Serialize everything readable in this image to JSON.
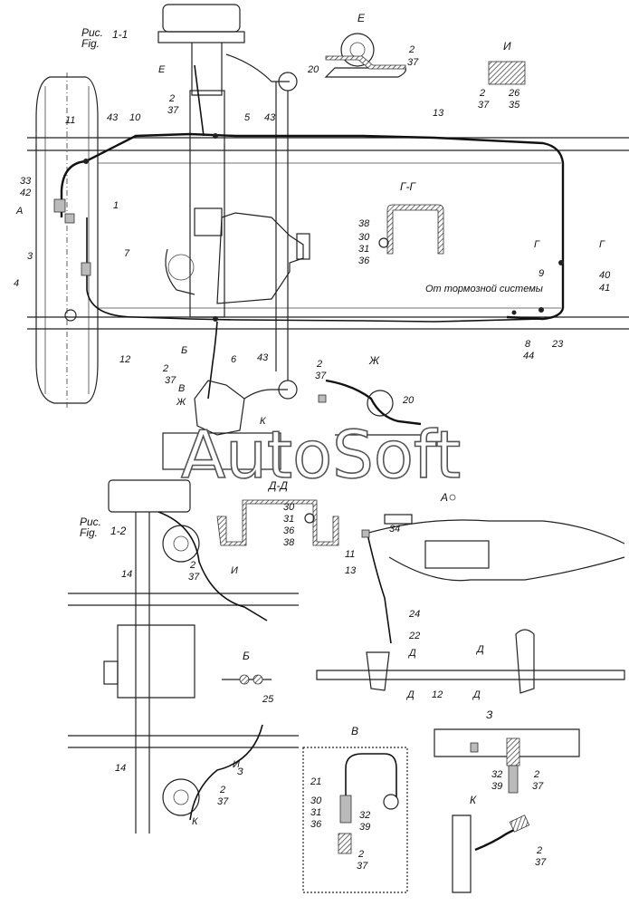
{
  "figures": {
    "fig1": {
      "title_ru": "Рис.",
      "title_en": "Fig.",
      "number": "1-1"
    },
    "fig2": {
      "title_ru": "Рис.",
      "title_en": "Fig.",
      "number": "1-2"
    }
  },
  "watermark": "AutoSoft",
  "views": {
    "E": "Е",
    "I": "И",
    "GG": "Г-Г",
    "ZH": "Ж",
    "DD": "Д-Д",
    "A": "А",
    "B": "Б",
    "V": "В",
    "Z": "З",
    "K": "К"
  },
  "section_marks": {
    "A": "А",
    "E": "Е",
    "B": "Б",
    "V": "В",
    "ZH": "Ж",
    "K": "К",
    "G": "Г",
    "D": "Д",
    "I": "И",
    "Z": "З"
  },
  "note": "От тормозной системы",
  "labels": {
    "fig1": {
      "l1": "1",
      "l2": "2",
      "l3": "3",
      "l4": "4",
      "l5": "5",
      "l6": "6",
      "l7": "7",
      "l8": "8",
      "l9": "9",
      "l10": "10",
      "l11": "11",
      "l12": "12",
      "l13": "13",
      "l23": "23",
      "l33": "33",
      "l37": "37",
      "l40": "40",
      "l41": "41",
      "l42": "42",
      "l43": "43",
      "l44": "44"
    },
    "e_view": {
      "l20": "20",
      "l2": "2",
      "l37": "37"
    },
    "i_view": {
      "l2": "2",
      "l37": "37",
      "l26": "26",
      "l35": "35"
    },
    "gg_view": {
      "l38": "38",
      "l30": "30",
      "l31": "31",
      "l36": "36"
    },
    "zh_view": {
      "l2": "2",
      "l37": "37",
      "l20": "20"
    },
    "fig2": {
      "l14": "14",
      "l2": "2",
      "l37": "37"
    },
    "dd_view": {
      "l30": "30",
      "l31": "31",
      "l36": "36",
      "l38": "38"
    },
    "a_view": {
      "l34": "34",
      "l11": "11",
      "l13": "13",
      "l24": "24",
      "l22": "22",
      "l12": "12"
    },
    "b_view": {
      "l25": "25"
    },
    "v_view": {
      "l21": "21",
      "l30": "30",
      "l31": "31",
      "l36": "36",
      "l32": "32",
      "l39": "39",
      "l2": "2",
      "l37": "37"
    },
    "z_view": {
      "l32": "32",
      "l39": "39",
      "l2": "2",
      "l37": "37"
    },
    "k_view": {
      "l2": "2",
      "l37": "37"
    }
  }
}
